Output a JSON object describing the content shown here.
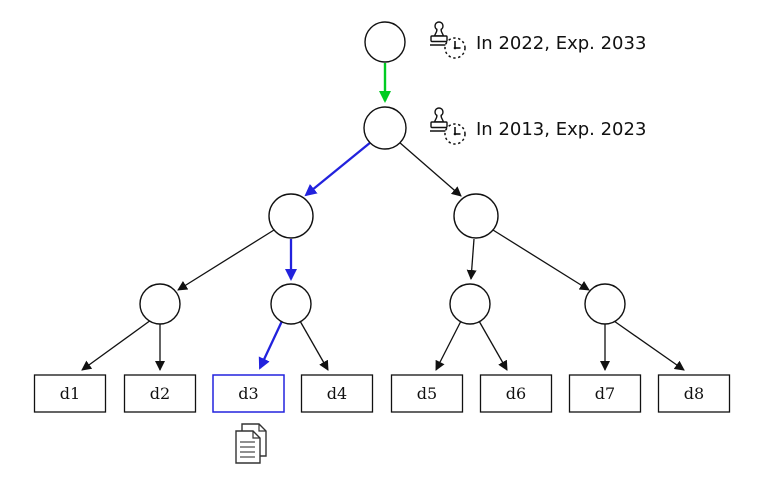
{
  "page": {
    "background": "#ffffff"
  },
  "annotations": {
    "root": "In 2022, Exp. 2033",
    "intermediate": "In 2013, Exp. 2023"
  },
  "leaves": [
    {
      "label": "d1"
    },
    {
      "label": "d2"
    },
    {
      "label": "d3"
    },
    {
      "label": "d4"
    },
    {
      "label": "d5"
    },
    {
      "label": "d6"
    },
    {
      "label": "d7"
    },
    {
      "label": "d8"
    }
  ],
  "highlight": {
    "leaf": "d3"
  },
  "colors": {
    "edge": "#111111",
    "highlight": "#2222dd",
    "fresh": "#00cc22",
    "node_fill": "#ffffff"
  },
  "icons": {
    "stamp_clock": "stamp-with-clock",
    "document": "document-stack"
  }
}
